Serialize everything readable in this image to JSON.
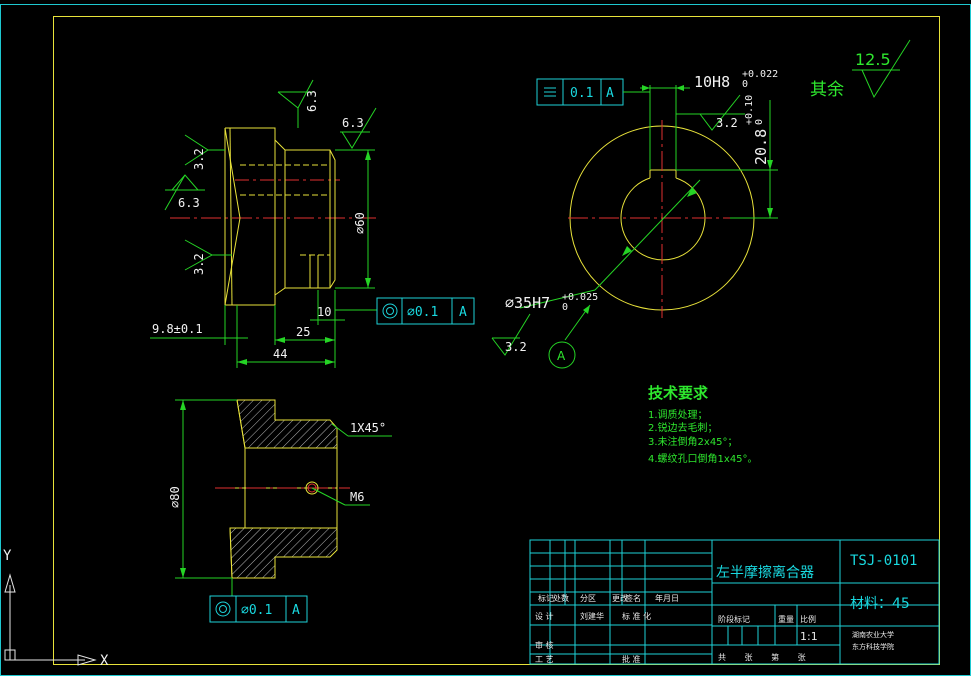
{
  "surface": {
    "general_roughness": "12.5",
    "general_label": "其余"
  },
  "front_view": {
    "roughness_top": "6.3",
    "roughness_right": "6.3",
    "roughness_left_upper": "3.2",
    "roughness_left_mid": "6.3",
    "roughness_left_lower": "3.2",
    "dia_label": "⌀60",
    "dim_9_8": "9.8±0.1",
    "dim_25": "25",
    "dim_10": "10",
    "dim_44": "44",
    "fcf": {
      "symbol": "◎",
      "tolerance": "⌀0.1",
      "datum": "A"
    }
  },
  "side_view": {
    "flatness_fcf": {
      "symbol": "☰",
      "tolerance": "0.1",
      "datum": "A"
    },
    "keyway_label": "10H8",
    "keyway_tol": "(0  )",
    "keyway_tol_upper": "+0.022",
    "keyway_tol_lower": "0",
    "keyway_roughness": "3.2",
    "depth_label": "20.8",
    "depth_tol_upper": "+0.10",
    "depth_tol_lower": "0",
    "bore_label": "⌀35H7",
    "bore_tol_upper": "+0.025",
    "bore_tol_lower": "0",
    "bore_roughness": "3.2",
    "datum_letter": "A"
  },
  "section_view": {
    "chamfer": "1X45°",
    "thread": "M6",
    "dia_label": "⌀80",
    "fcf": {
      "symbol": "◎",
      "tolerance": "⌀0.1",
      "datum": "A"
    }
  },
  "tech_req": {
    "title": "技术要求",
    "items": [
      "1.调质处理；",
      "2.锐边去毛刺；",
      "3.未注倒角2x45°；",
      "4.螺纹孔口倒角1x45°。"
    ]
  },
  "title_block": {
    "part_name": "左半摩擦离合器",
    "drawing_no": "TSJ-0101",
    "material": "材料：45",
    "scale": "1:1",
    "row_labels": [
      "标记",
      "处数",
      "分区",
      "更改",
      "签名",
      "年月日"
    ],
    "design_label": "设 计",
    "designer": "刘建华",
    "standard_label": "标 准 化",
    "review_label": "审 核",
    "process_label": "工 艺",
    "approve_label": "批 准",
    "stage_label": "阶段标记",
    "weight_label": "重量",
    "ratio_label": "比例",
    "sheets": "共 张 第 张",
    "school": "湖南农业大学",
    "college": "东方科技学院"
  },
  "ucs": {
    "x": "X",
    "y": "Y"
  }
}
